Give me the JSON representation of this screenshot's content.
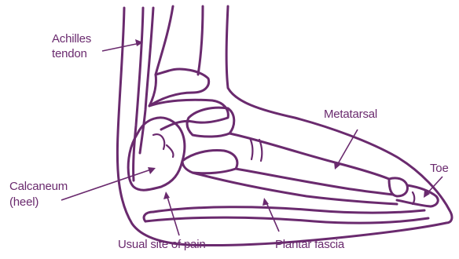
{
  "labels": {
    "achilles_line1": "Achilles",
    "achilles_line2": "tendon",
    "calcaneum_line1": "Calcaneum",
    "calcaneum_line2": "(heel)",
    "metatarsal": "Metatarsal",
    "toe": "Toe",
    "usual_site": "Usual site of pain",
    "plantar_fascia": "Plantar fascia"
  },
  "colors": {
    "ink": "#6a2a6e",
    "background": "#ffffff"
  }
}
